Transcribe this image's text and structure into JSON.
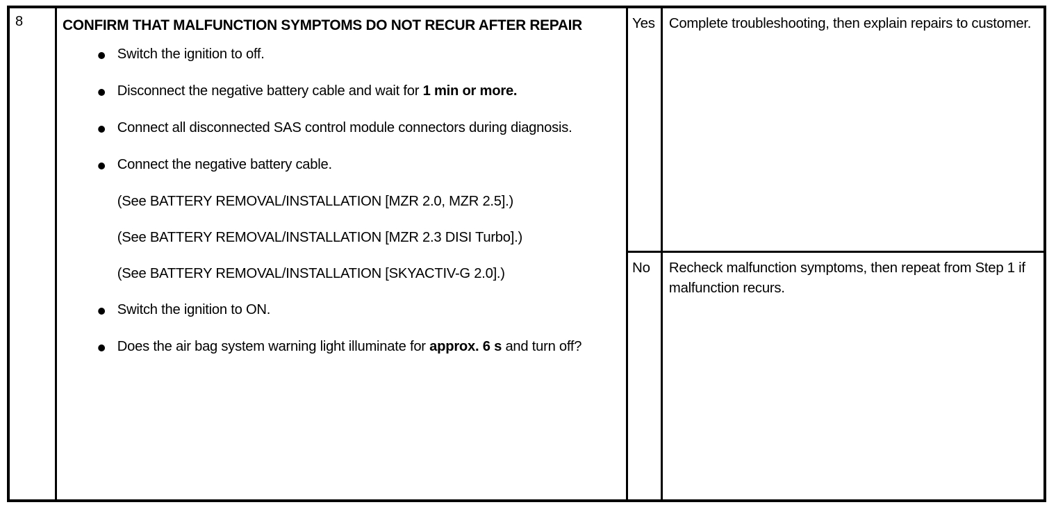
{
  "table": {
    "step_number": "8",
    "action": {
      "title": "CONFIRM THAT MALFUNCTION SYMPTOMS DO NOT RECUR AFTER REPAIR",
      "items": [
        {
          "bullet": true,
          "text": "Switch the ignition to off."
        },
        {
          "bullet": true,
          "text_before": "Disconnect the negative battery cable and wait for ",
          "text_bold": "1 min or more.",
          "text_after": ""
        },
        {
          "bullet": true,
          "text": "Connect all disconnected SAS control module connectors during diagnosis."
        },
        {
          "bullet": true,
          "text": "Connect the negative battery cable."
        },
        {
          "bullet": false,
          "text": "(See BATTERY REMOVAL/INSTALLATION [MZR 2.0, MZR 2.5].)"
        },
        {
          "bullet": false,
          "text": "(See BATTERY REMOVAL/INSTALLATION [MZR 2.3 DISI Turbo].)"
        },
        {
          "bullet": false,
          "text": "(See BATTERY REMOVAL/INSTALLATION [SKYACTIV-G 2.0].)"
        },
        {
          "bullet": true,
          "text": "Switch the ignition to ON."
        },
        {
          "bullet": true,
          "text_before": "Does the air bag system warning light illuminate for ",
          "text_bold": "approx. 6 s",
          "text_after": " and turn off?"
        }
      ]
    },
    "answers": [
      {
        "label": "Yes",
        "text": "Complete troubleshooting, then explain repairs to customer."
      },
      {
        "label": "No",
        "text": "Recheck malfunction symptoms, then repeat from Step 1 if malfunction recurs."
      }
    ]
  },
  "colors": {
    "border": "#000000",
    "text": "#000000",
    "background": "#ffffff"
  }
}
